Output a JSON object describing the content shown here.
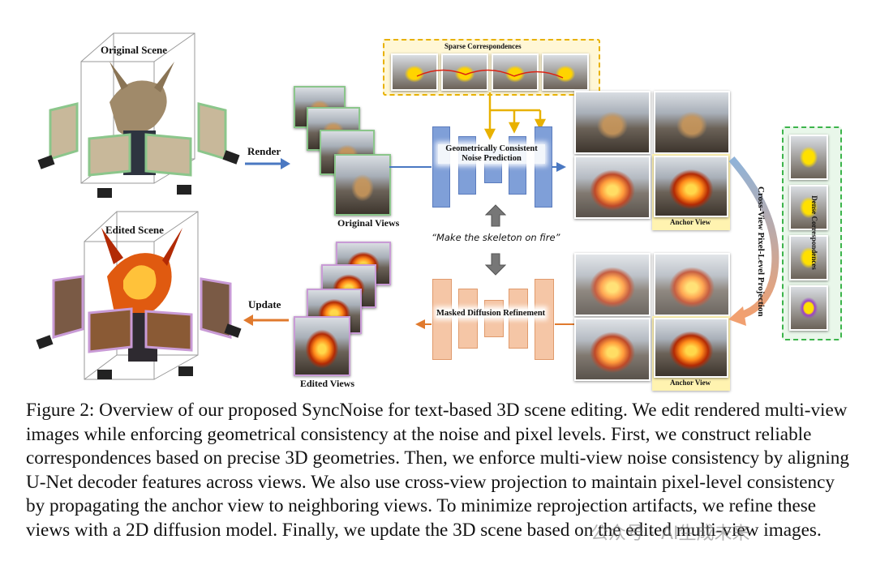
{
  "figure": {
    "original_scene_label": "Original Scene",
    "edited_scene_label": "Edited Scene",
    "render_label": "Render",
    "update_label": "Update",
    "original_views_label": "Original Views",
    "edited_views_label": "Edited Views",
    "sparse_label": "Sparse Correspondences",
    "gcnp_label_line1": "Geometrically Consistent",
    "gcnp_label_line2": "Noise Prediction",
    "prompt": "“Make the skeleton on fire”",
    "mdr_label": "Masked Diffusion Refinement",
    "anchor_view_top": "Anchor View",
    "anchor_view_bottom": "Anchor View",
    "cross_view_label": "Cross-View Pixel-Level Projection",
    "dense_label": "Dense Correspondences",
    "colors": {
      "unet_top": "#7f9fd8",
      "unet_bottom": "#f5c6a6",
      "sparse_border": "#e8b100",
      "dense_border": "#3cb44b",
      "render_arrow": "#4a78c2",
      "update_arrow": "#e07a2e"
    }
  },
  "caption": {
    "text": "Figure 2: Overview of our proposed SyncNoise for text-based 3D scene editing. We edit rendered multi-view images while enforcing geometrical consistency at the noise and pixel levels. First, we construct reliable correspondences based on precise 3D geometries. Then, we enforce multi-view noise consistency by aligning U-Net decoder features across views. We also use cross-view projection to maintain pixel-level consistency by propagating the anchor view to neighboring views. To minimize reprojection artifacts, we refine these views with a 2D diffusion model. Finally, we update the 3D scene based on the edited multi-view images."
  },
  "watermark": "公众号 · AI生成未来"
}
